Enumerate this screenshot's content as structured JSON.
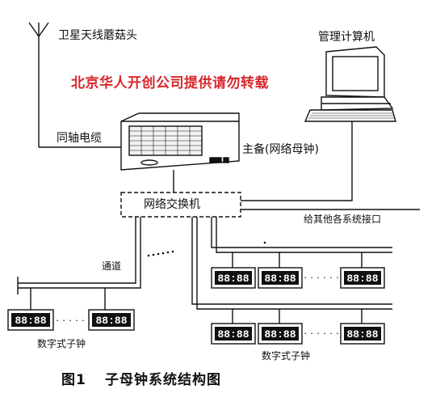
{
  "labels": {
    "satellite_antenna": "卫星天线蘑菇头",
    "management_computer": "管理计算机",
    "watermark": "北京华人开创公司提供请勿转载",
    "coax_cable": "同轴电缆",
    "master_clock": "主备(网络母钟)",
    "network_switch": "网络交换机",
    "other_system_interface": "给其他各系统接口",
    "channel": "通道",
    "digital_clock_left": "数字式子钟",
    "digital_clock_right": "数字式子钟",
    "figure_number": "图1",
    "figure_title": "子母钟系统结构图"
  },
  "clock_display": "88:88",
  "ellipsis": "· · · · · ·",
  "colors": {
    "line": "#111111",
    "watermark": "#d8262b",
    "background": "#ffffff"
  }
}
